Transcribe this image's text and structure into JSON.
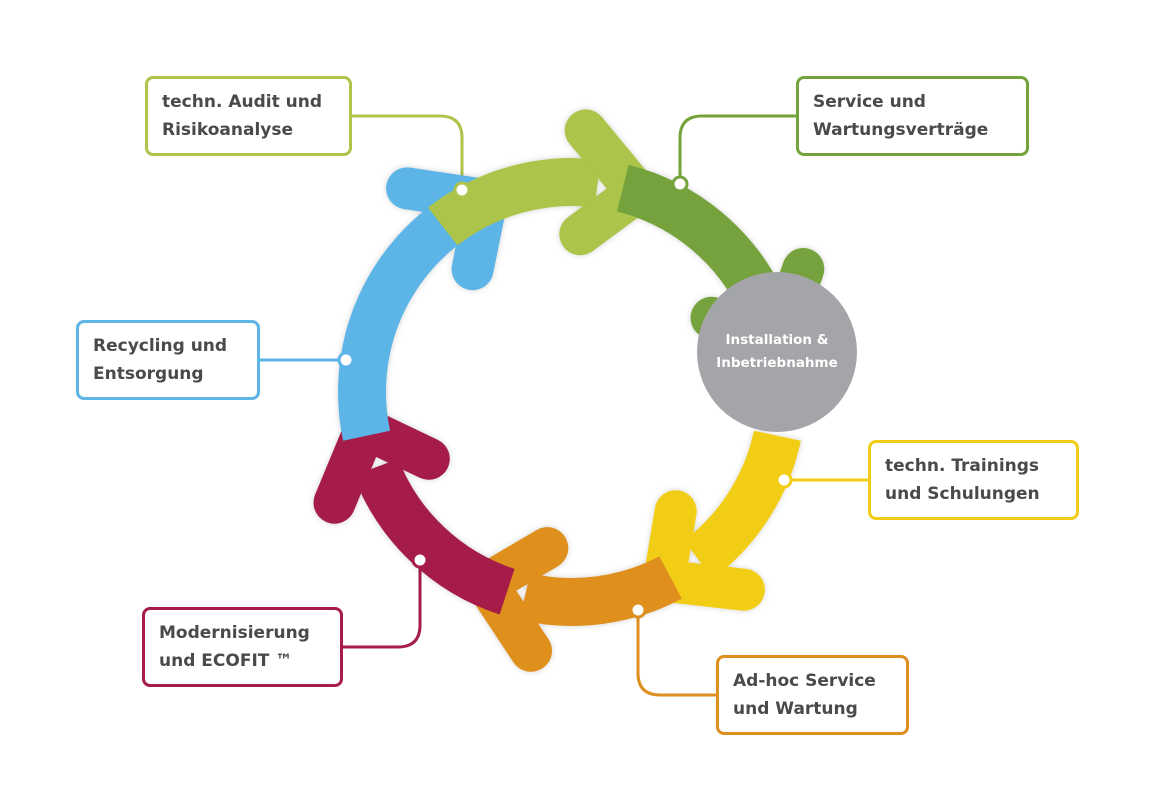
{
  "center": {
    "line1": "Installation &",
    "line2": "Inbetriebnahme",
    "color": "#a4a5a8"
  },
  "stages": [
    {
      "id": "audit",
      "line1": "techn. Audit und",
      "line2": "Risikoanalyse",
      "color": "#abc449"
    },
    {
      "id": "service",
      "line1": "Service und",
      "line2": "Wartungsverträge",
      "color": "#76a23c"
    },
    {
      "id": "training",
      "line1": "techn. Trainings",
      "line2": "und Schulungen",
      "color": "#f2cd16"
    },
    {
      "id": "adhoc",
      "line1": "Ad-hoc Service",
      "line2": "und Wartung",
      "color": "#de8f1f"
    },
    {
      "id": "modern",
      "line1": "Modernisierung",
      "line2": "und ECOFIT ™",
      "color": "#a51d48"
    },
    {
      "id": "recycle",
      "line1": "Recycling und",
      "line2": "Entsorgung",
      "color": "#5db4e7"
    }
  ],
  "colors": {
    "text": "#4a4a4a",
    "background": "#ffffff"
  }
}
